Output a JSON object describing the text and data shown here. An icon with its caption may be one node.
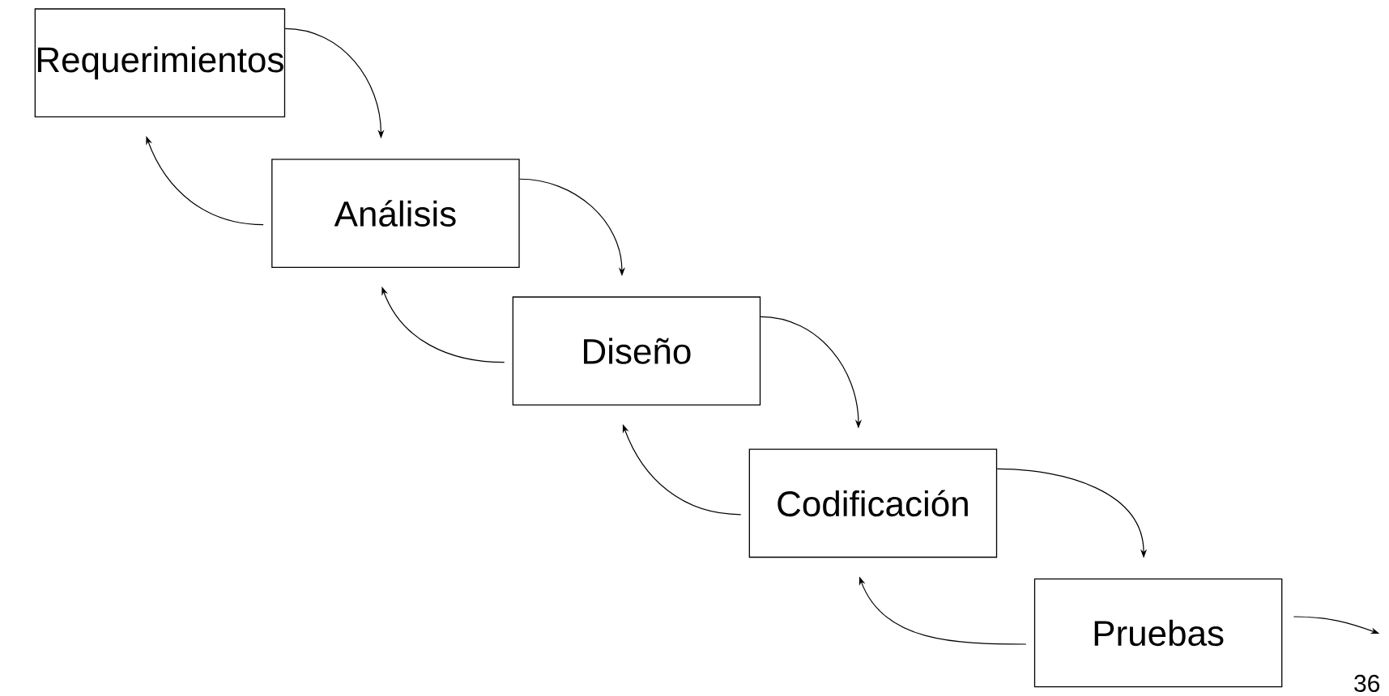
{
  "diagram": {
    "nodes": [
      {
        "text": [
          "Requerimientos"
        ]
      },
      {
        "text": [
          "Análisis"
        ]
      },
      {
        "text": [
          "Diseño"
        ]
      },
      {
        "text": [
          "Codificación"
        ]
      },
      {
        "text": [
          "Pruebas"
        ]
      }
    ],
    "edges": [
      {
        "from": 0,
        "to": 1,
        "arrow": "to"
      },
      {
        "from": 1,
        "to": 0,
        "arrow": "to"
      },
      {
        "from": 1,
        "to": 2,
        "arrow": "to"
      },
      {
        "from": 2,
        "to": 1,
        "arrow": "to"
      },
      {
        "from": 2,
        "to": 3,
        "arrow": "to"
      },
      {
        "from": 3,
        "to": 2,
        "arrow": "to"
      },
      {
        "from": 3,
        "to": 4,
        "arrow": "to"
      },
      {
        "from": 4,
        "to": 3,
        "arrow": "to"
      },
      {
        "from": 4,
        "to": null,
        "arrow": "to"
      }
    ],
    "labels": [
      "36"
    ]
  }
}
